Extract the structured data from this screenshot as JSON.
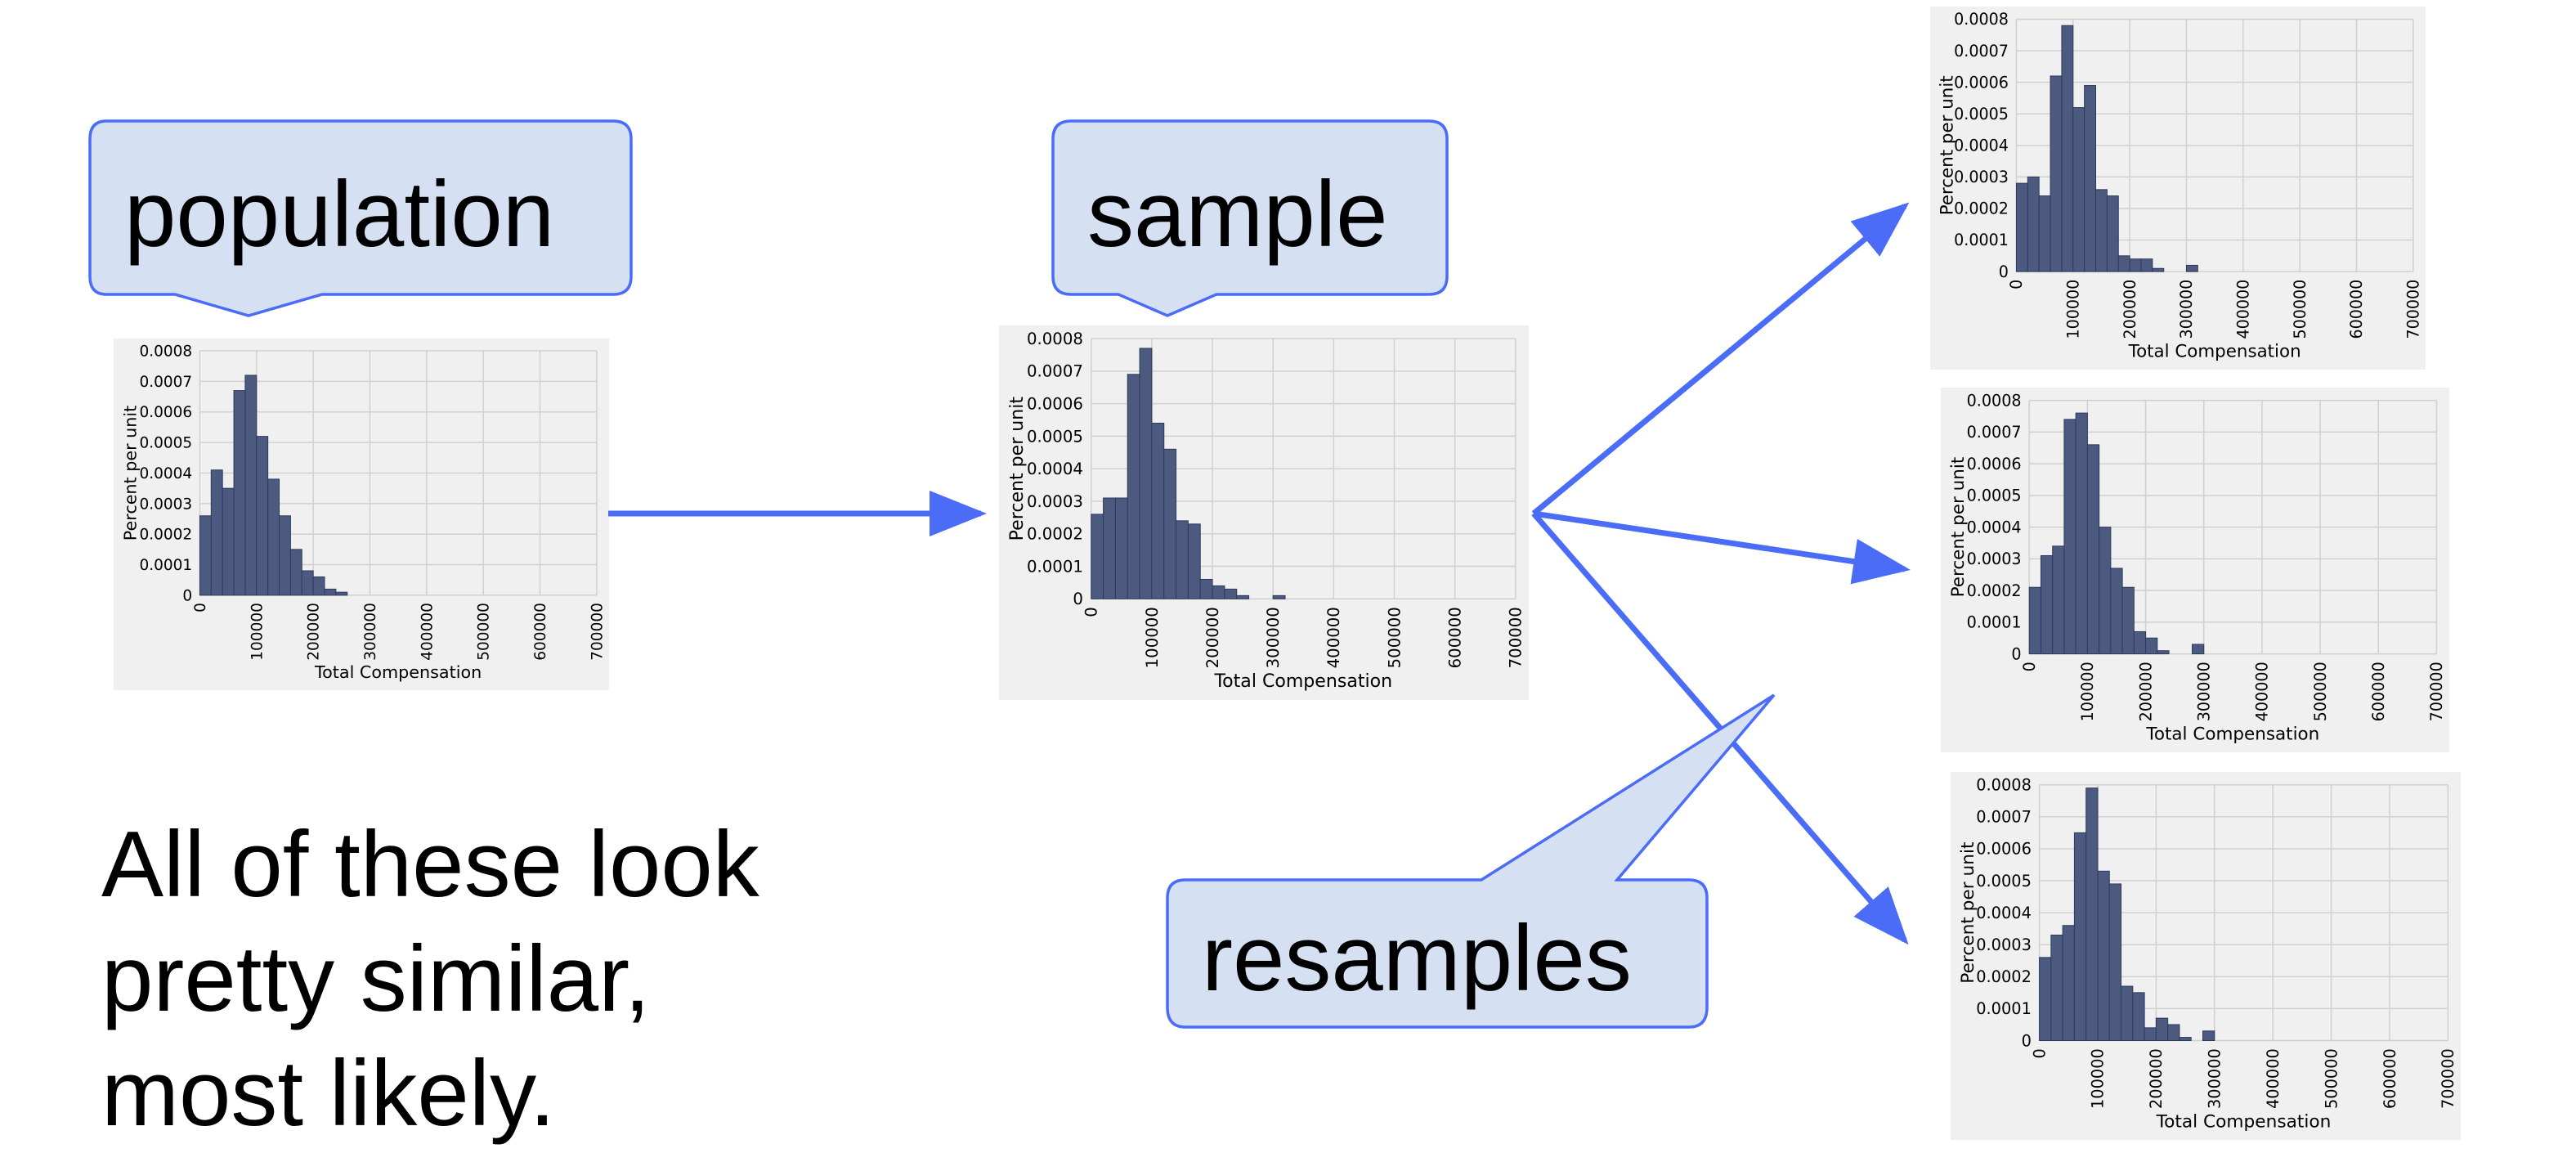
{
  "callouts": {
    "population": "population",
    "sample": "sample",
    "resamples": "resamples"
  },
  "summary": {
    "lines": [
      "All of these look",
      "pretty similar,",
      "most likely."
    ]
  },
  "colors": {
    "arrow": "#4a6cf7",
    "callout_fill": "#d5e1f3",
    "callout_stroke": "#4a6cf7",
    "bar_fill": "#4c5a80",
    "bar_stroke": "#2e3a5c",
    "chart_bg": "#f0f0f0",
    "grid": "#d0d0d0"
  },
  "chart_data": [
    {
      "id": "population",
      "type": "bar",
      "ylabel": "Percent per unit",
      "xlabel": "Total Compensation",
      "xlim": [
        0,
        700000
      ],
      "ylim": [
        0,
        0.0008
      ],
      "bin_width": 20000,
      "x_ticks": [
        "0",
        "100000",
        "200000",
        "300000",
        "400000",
        "500000",
        "600000",
        "700000"
      ],
      "y_ticks": [
        "0",
        "0.0001",
        "0.0002",
        "0.0003",
        "0.0004",
        "0.0005",
        "0.0006",
        "0.0007",
        "0.0008"
      ],
      "values": [
        0.00026,
        0.00041,
        0.00035,
        0.00067,
        0.00072,
        0.00052,
        0.00038,
        0.00026,
        0.00015,
        8e-05,
        6e-05,
        2e-05,
        1e-05
      ]
    },
    {
      "id": "sample",
      "type": "bar",
      "ylabel": "Percent per unit",
      "xlabel": "Total Compensation",
      "xlim": [
        0,
        700000
      ],
      "ylim": [
        0,
        0.0008
      ],
      "bin_width": 20000,
      "x_ticks": [
        "0",
        "100000",
        "200000",
        "300000",
        "400000",
        "500000",
        "600000",
        "700000"
      ],
      "y_ticks": [
        "0",
        "0.0001",
        "0.0002",
        "0.0003",
        "0.0004",
        "0.0005",
        "0.0006",
        "0.0007",
        "0.0008"
      ],
      "values": [
        0.00026,
        0.00031,
        0.00031,
        0.00069,
        0.00077,
        0.00054,
        0.00046,
        0.00024,
        0.00023,
        6e-05,
        4e-05,
        3e-05,
        1e-05,
        0,
        0,
        1e-05
      ]
    },
    {
      "id": "resample-1",
      "type": "bar",
      "ylabel": "Percent per unit",
      "xlabel": "Total Compensation",
      "xlim": [
        0,
        700000
      ],
      "ylim": [
        0,
        0.0008
      ],
      "bin_width": 20000,
      "x_ticks": [
        "0",
        "100000",
        "200000",
        "300000",
        "400000",
        "500000",
        "600000",
        "700000"
      ],
      "y_ticks": [
        "0",
        "0.0001",
        "0.0002",
        "0.0003",
        "0.0004",
        "0.0005",
        "0.0006",
        "0.0007",
        "0.0008"
      ],
      "values": [
        0.00028,
        0.0003,
        0.00024,
        0.00062,
        0.00078,
        0.00052,
        0.00059,
        0.00026,
        0.00024,
        5e-05,
        4e-05,
        4e-05,
        1e-05,
        0,
        0,
        2e-05
      ]
    },
    {
      "id": "resample-2",
      "type": "bar",
      "ylabel": "Percent per unit",
      "xlabel": "Total Compensation",
      "xlim": [
        0,
        700000
      ],
      "ylim": [
        0,
        0.0008
      ],
      "bin_width": 20000,
      "x_ticks": [
        "0",
        "100000",
        "200000",
        "300000",
        "400000",
        "500000",
        "600000",
        "700000"
      ],
      "y_ticks": [
        "0",
        "0.0001",
        "0.0002",
        "0.0003",
        "0.0004",
        "0.0005",
        "0.0006",
        "0.0007",
        "0.0008"
      ],
      "values": [
        0.00021,
        0.00031,
        0.00034,
        0.00074,
        0.00076,
        0.00066,
        0.0004,
        0.00027,
        0.00021,
        7e-05,
        5e-05,
        1e-05,
        0,
        0,
        3e-05
      ]
    },
    {
      "id": "resample-3",
      "type": "bar",
      "ylabel": "Percent per unit",
      "xlabel": "Total Compensation",
      "xlim": [
        0,
        700000
      ],
      "ylim": [
        0,
        0.0008
      ],
      "bin_width": 20000,
      "x_ticks": [
        "0",
        "100000",
        "200000",
        "300000",
        "400000",
        "500000",
        "600000",
        "700000"
      ],
      "y_ticks": [
        "0",
        "0.0001",
        "0.0002",
        "0.0003",
        "0.0004",
        "0.0005",
        "0.0006",
        "0.0007",
        "0.0008"
      ],
      "values": [
        0.00026,
        0.00033,
        0.00036,
        0.00065,
        0.00079,
        0.00053,
        0.00049,
        0.00017,
        0.00015,
        4e-05,
        7e-05,
        5e-05,
        1e-05,
        0,
        3e-05
      ]
    }
  ]
}
